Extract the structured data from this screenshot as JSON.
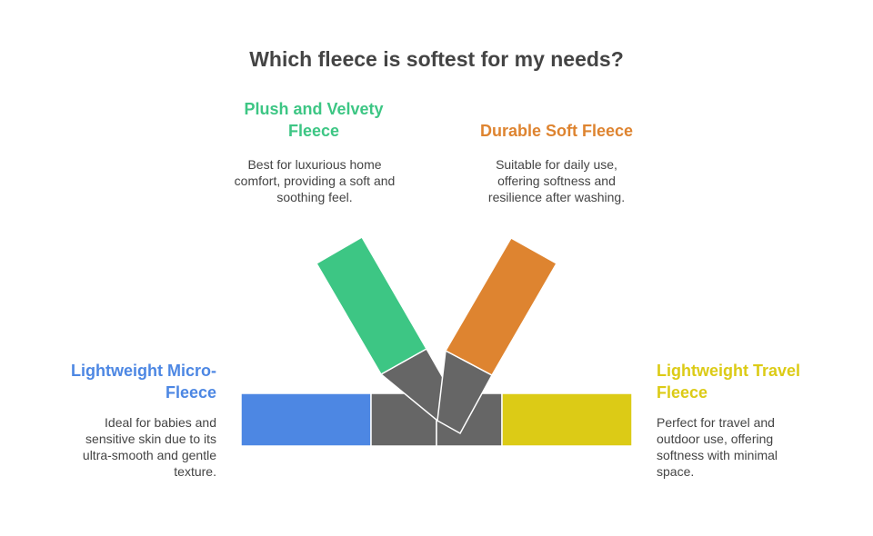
{
  "title": "Which fleece is softest for my needs?",
  "colors": {
    "green": "#3dc684",
    "orange": "#de8430",
    "blue": "#4d87e3",
    "yellow": "#dccb16",
    "gray": "#666666"
  },
  "options": {
    "plush": {
      "heading": "Plush and Velvety Fleece",
      "description": "Best for luxurious home comfort, providing a soft and soothing feel."
    },
    "durable": {
      "heading": "Durable Soft Fleece",
      "description": "Suitable for daily use, offering softness and resilience after washing."
    },
    "micro": {
      "heading": "Lightweight Micro-Fleece",
      "description": "Ideal for babies and sensitive skin due to its ultra-smooth and gentle texture."
    },
    "travel": {
      "heading": "Lightweight Travel Fleece",
      "description": "Perfect for travel and outdoor use, offering softness with minimal space."
    }
  }
}
